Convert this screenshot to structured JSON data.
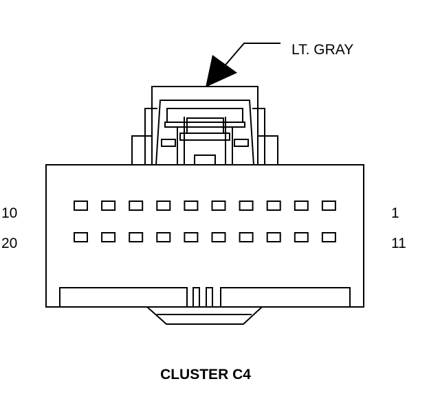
{
  "callout": {
    "color_label": "LT. GRAY"
  },
  "pin_labels": {
    "row1_left": "10",
    "row1_right": "1",
    "row2_left": "20",
    "row2_right": "11"
  },
  "connector": {
    "title": "CLUSTER C4",
    "rows": 2,
    "pins_per_row": 10
  }
}
